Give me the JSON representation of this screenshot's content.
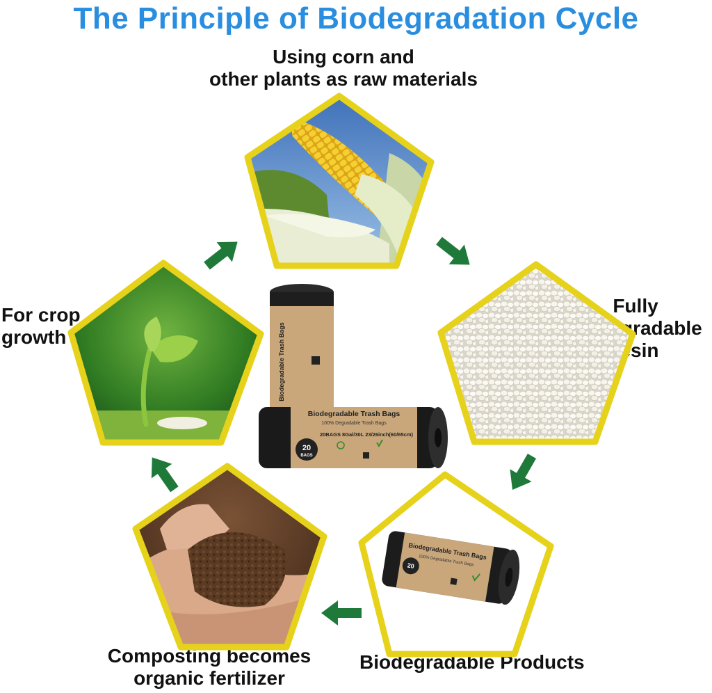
{
  "title": "The Principle of Biodegradation Cycle",
  "colors": {
    "title": "#2a8ee0",
    "pentagon_border": "#e6d21a",
    "arrow": "#1f7a3a"
  },
  "stages": [
    {
      "line1": "Using corn and",
      "line2": "other plants as raw materials",
      "image": "corn-cob"
    },
    {
      "line1": "Fully",
      "line2": "biodegradable",
      "line3": "resin",
      "image": "resin-pellets"
    },
    {
      "line1": "Biodegradable Products",
      "image": "trash-bag-roll"
    },
    {
      "line1": "Composting becomes",
      "line2": "organic fertilizer",
      "image": "hands-holding-soil"
    },
    {
      "line1": "For crop",
      "line2": "growth",
      "image": "seedling-sprout"
    }
  ],
  "product_label": {
    "brand": "Biodegradable Trash Bags",
    "sub": "100% Degradable Trash Bags",
    "count_badge": "20",
    "count_unit": "BAGS",
    "specs": "20BAGS  8Gal/30L  23/26inch(60/65cm)"
  }
}
